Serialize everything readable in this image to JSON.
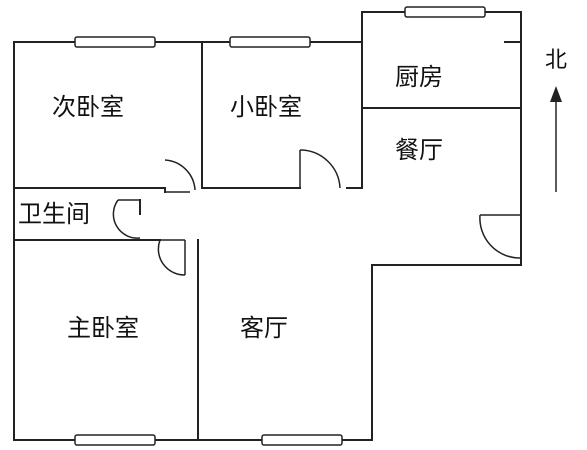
{
  "rooms": {
    "second_bedroom": "次卧室",
    "small_bedroom": "小卧室",
    "kitchen": "厨房",
    "dining_room": "餐厅",
    "bathroom": "卫生间",
    "master_bedroom": "主卧室",
    "living_room": "客厅"
  },
  "compass": {
    "north_label": "北",
    "icon": "north-arrow-icon"
  },
  "colors": {
    "line": "#222222",
    "background": "#ffffff"
  }
}
